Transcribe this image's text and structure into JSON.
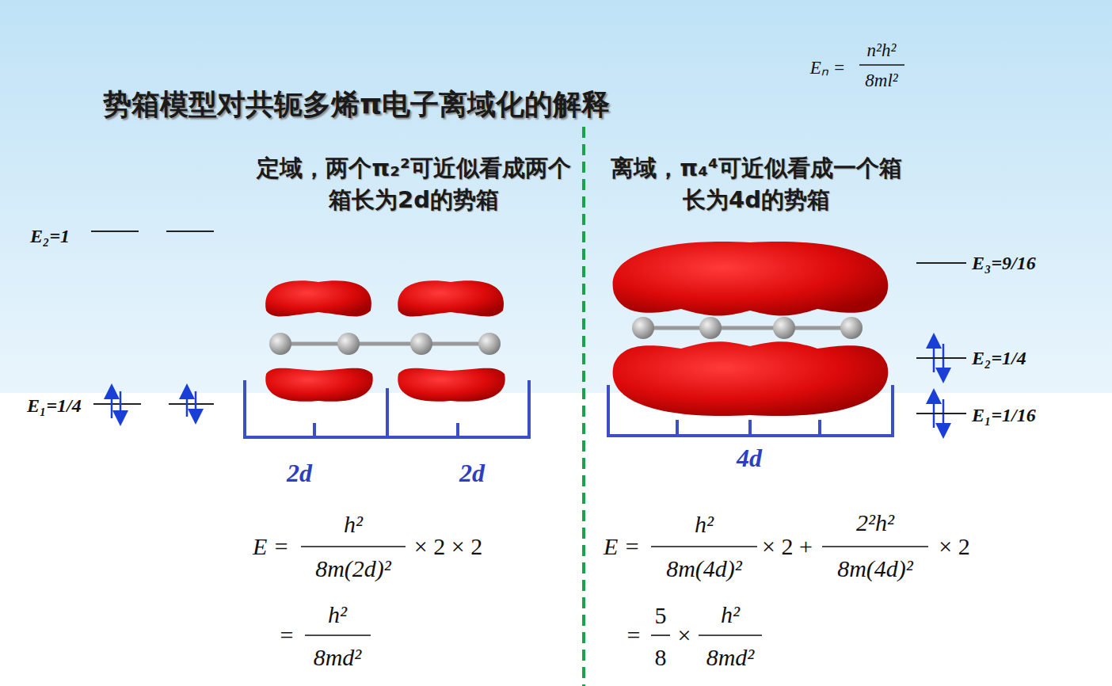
{
  "diagram": {
    "title": "势箱模型对共轭多烯π电子离域化的解释",
    "labels": [
      "Eₙ =",
      "n²h²",
      "8ml²",
      "定域，两个π₂²可近似看成两个箱长为2d的势箱",
      "离域，π₄⁴可近似看成一个箱长为4d的势箱",
      "E₂=1",
      "E₁=1/4",
      "E₃=9/16",
      "E₂=1/4",
      "E₁=1/16",
      "2d",
      "2d",
      "4d",
      "E =",
      "h²",
      "8m(2d)²",
      "× 2 × 2",
      "=",
      "h²",
      "8md²",
      "E =",
      "h²",
      "8m(4d)²",
      "× 2 +",
      "2²h²",
      "8m(4d)²",
      "× 2",
      "=",
      "5",
      "8",
      "×",
      "h²",
      "8md²"
    ]
  }
}
